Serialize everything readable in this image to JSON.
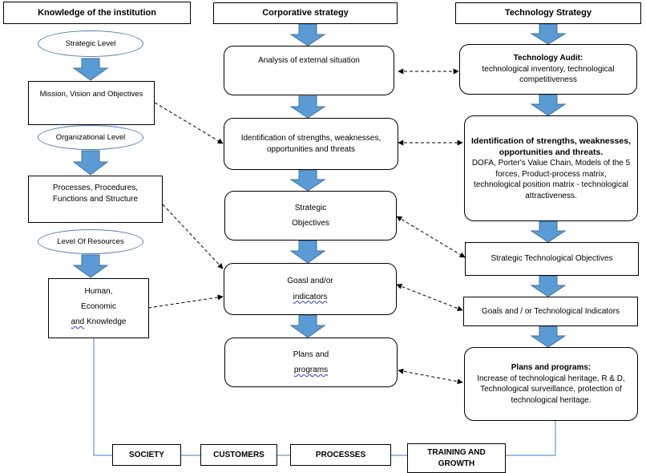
{
  "headers": {
    "knowledge": "Knowledge of the institution",
    "corporative": "Corporative strategy",
    "technology": "Technology Strategy"
  },
  "left": {
    "strategic_level": "Strategic Level",
    "mission": "Mission, Vision and Objectives",
    "organizational_level": "Organizational Level",
    "processes_line1": "Processes, Procedures,",
    "processes_line2": "Functions and Structure",
    "resources_level": "Level Of Resources",
    "human": "Human,",
    "economic": "Economic",
    "and_word": "and",
    "knowledge_word": "Knowledge"
  },
  "middle": {
    "analysis": "Analysis of external situation",
    "identification": "Identification of strengths, weaknesses, opportunities and threats",
    "strategic": "Strategic",
    "objectives": "Objectives",
    "goals_line1": "Goasl and/or",
    "goals_line2": "indicators",
    "plans_line1": "Plans and",
    "plans_line2": "programs"
  },
  "right": {
    "audit_title": "Technology Audit:",
    "audit_body": "technological inventory, technological competitiveness",
    "ident_title": "Identification of strengths, weaknesses, opportunities and threats.",
    "ident_body": "DOFA, Porter's Value Chain, Models of the 5 forces, Product-process matrix, technological position matrix - technological attractiveness.",
    "strategic_tech": "Strategic Technological Objectives",
    "goals_tech": "Goals and / or Technological Indicators",
    "plans_title": "Plans and programs:",
    "plans_body": "Increase of technological heritage, R & D, Technological surveillance, protection of technological heritage."
  },
  "bottom": {
    "society": "SOCIETY",
    "customers": "CUSTOMERS",
    "processes": "PROCESSES",
    "training": "TRAINING AND GROWTH"
  },
  "colors": {
    "arrow_fill": "#5b9bd5",
    "arrow_stroke": "#41719c",
    "connector": "#5b9bd5",
    "ellipse_border": "#4f7fbf"
  }
}
